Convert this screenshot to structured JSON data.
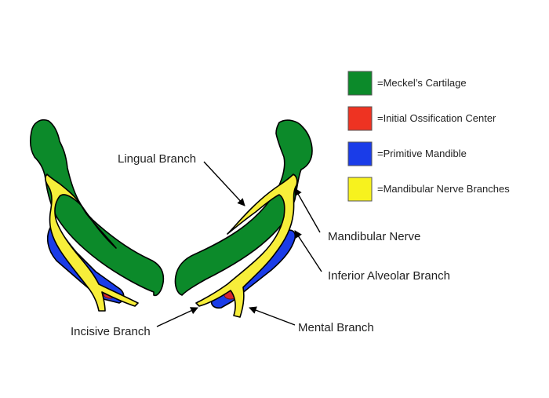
{
  "legend": {
    "items": [
      {
        "label": "=Meckel’s Cartilage",
        "color": "#0c8a2a"
      },
      {
        "label": "=Initial Ossification Center",
        "color": "#ee3322"
      },
      {
        "label": "=Primitive Mandible",
        "color": "#1a3ce8"
      },
      {
        "label": "=Mandibular Nerve Branches",
        "color": "#f7f21e"
      }
    ]
  },
  "labels": {
    "lingual_branch": "Lingual Branch",
    "mandibular_nerve": "Mandibular Nerve",
    "inferior_alveolar_branch": "Inferior Alveolar Branch",
    "incisive_branch": "Incisive Branch",
    "mental_branch": "Mental Branch"
  },
  "colors": {
    "cartilage": "#0c8a2a",
    "ossification": "#d7262e",
    "mandible": "#1a3ce8",
    "nerve": "#f7ee3a",
    "outline": "#000000"
  }
}
